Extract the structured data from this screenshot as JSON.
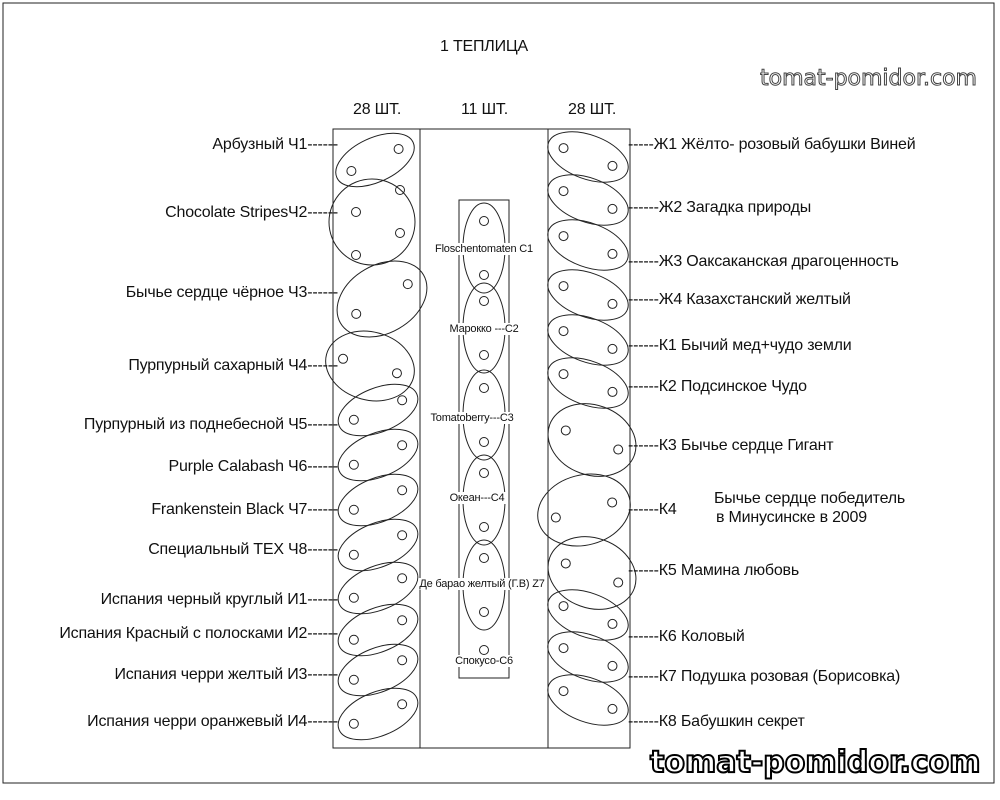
{
  "title": "1 ТЕПЛИЦА",
  "counts": {
    "left": "28 ШТ.",
    "center": "11 ШТ.",
    "right": "28 ШТ."
  },
  "left_labels": [
    "Арбузный Ч1------",
    "Chocolate StripesЧ2------",
    "Бычье сердце чёрное Ч3------",
    "Пурпурный сахарный  Ч4------",
    "Пурпурный из поднебесной  Ч5------",
    "Purple Calabash  Ч6------",
    "Frankenstein Black  Ч7------",
    "Специальный ТЕХ    Ч8------",
    "Испания черный круглый  И1------",
    "Испания Красный с полосками И2------",
    "Испания черри желтый  И3------",
    "Испания черри оранжевый  И4------"
  ],
  "center_labels": [
    "Floschentomaten C1",
    "Марокко ---С2",
    "Tomatoberry---С3",
    "Океан---С4",
    "Де барао желтый (Г.В) Z7",
    "Спокусо-С6"
  ],
  "right_labels": [
    "-----Ж1  Жёлто- розовый бабушки Виней",
    "------Ж2  Загадка природы",
    "------Ж3  Оаксаканская драгоценность",
    "------Ж4   Казахстанский желтый",
    "------К1  Бычий мед+чудо земли",
    "------К2  Подсинское Чудо",
    "------К3   Бычье сердце Гигант",
    "------К4",
    "------К5   Мамина любовь",
    "------К6  Коловый",
    "------К7  Подушка розовая (Борисовка)",
    "------К8  Бабушкин секрет"
  ],
  "right_k4_text": [
    "Бычье сердце победитель",
    "в Минусинске в 2009"
  ],
  "watermark": "tomat-pomidor.com"
}
